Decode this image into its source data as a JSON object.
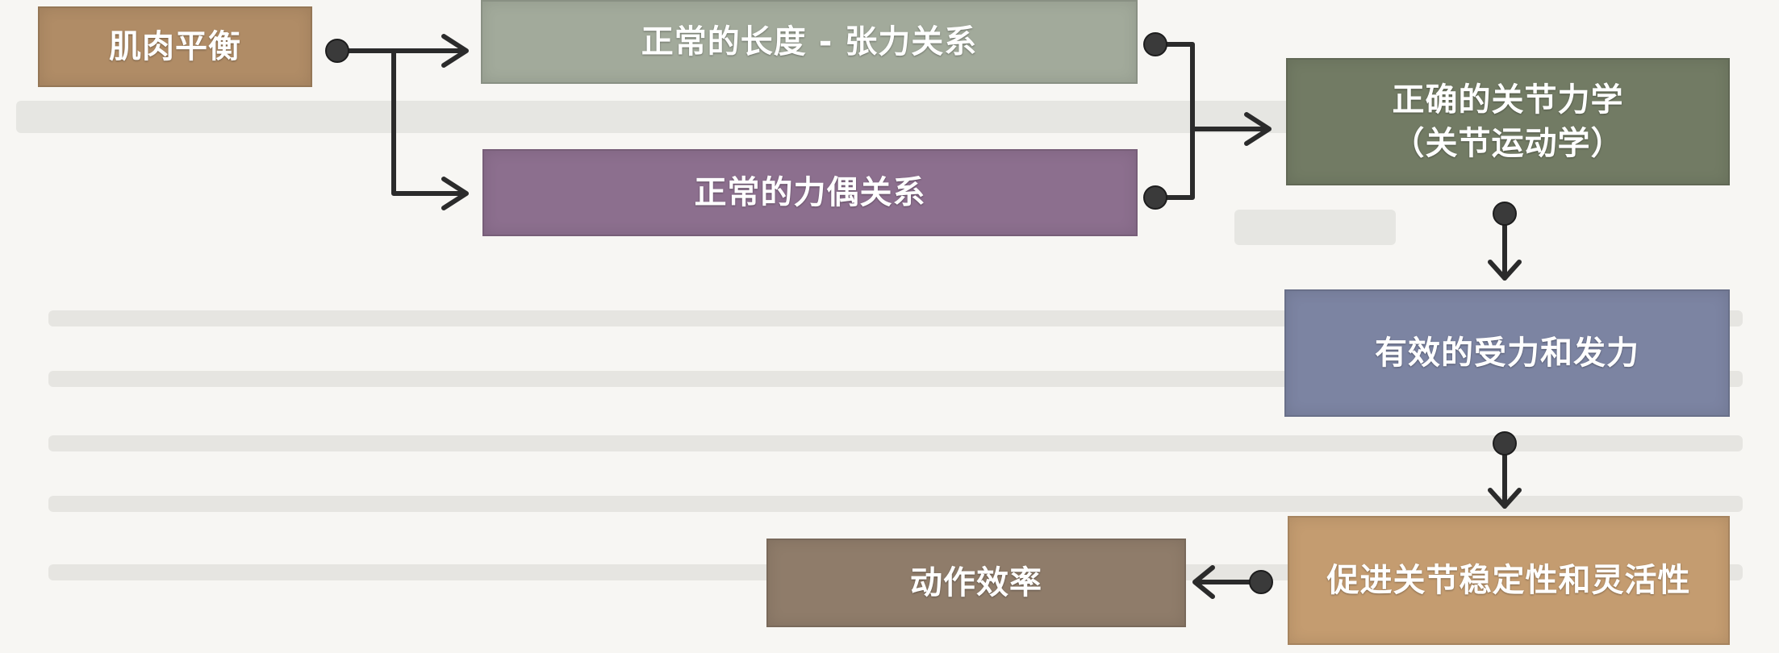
{
  "colors": {
    "muscle_balance": "#b08c66",
    "length_tension": "#a2aa9b",
    "force_couple": "#8c6f8e",
    "joint_mechanics": "#727b64",
    "force_transfer": "#7c84a2",
    "stability": "#c49c70",
    "efficiency": "#8f7c6a",
    "connector": "#2b2b2b"
  },
  "nodes": {
    "muscle_balance": "肌肉平衡",
    "length_tension": "正常的长度 - 张力关系",
    "force_couple": "正常的力偶关系",
    "joint_mechanics_line1": "正确的关节力学",
    "joint_mechanics_line2": "（关节运动学）",
    "force_transfer": "有效的受力和发力",
    "stability": "促进关节稳定性和灵活性",
    "efficiency": "动作效率"
  }
}
